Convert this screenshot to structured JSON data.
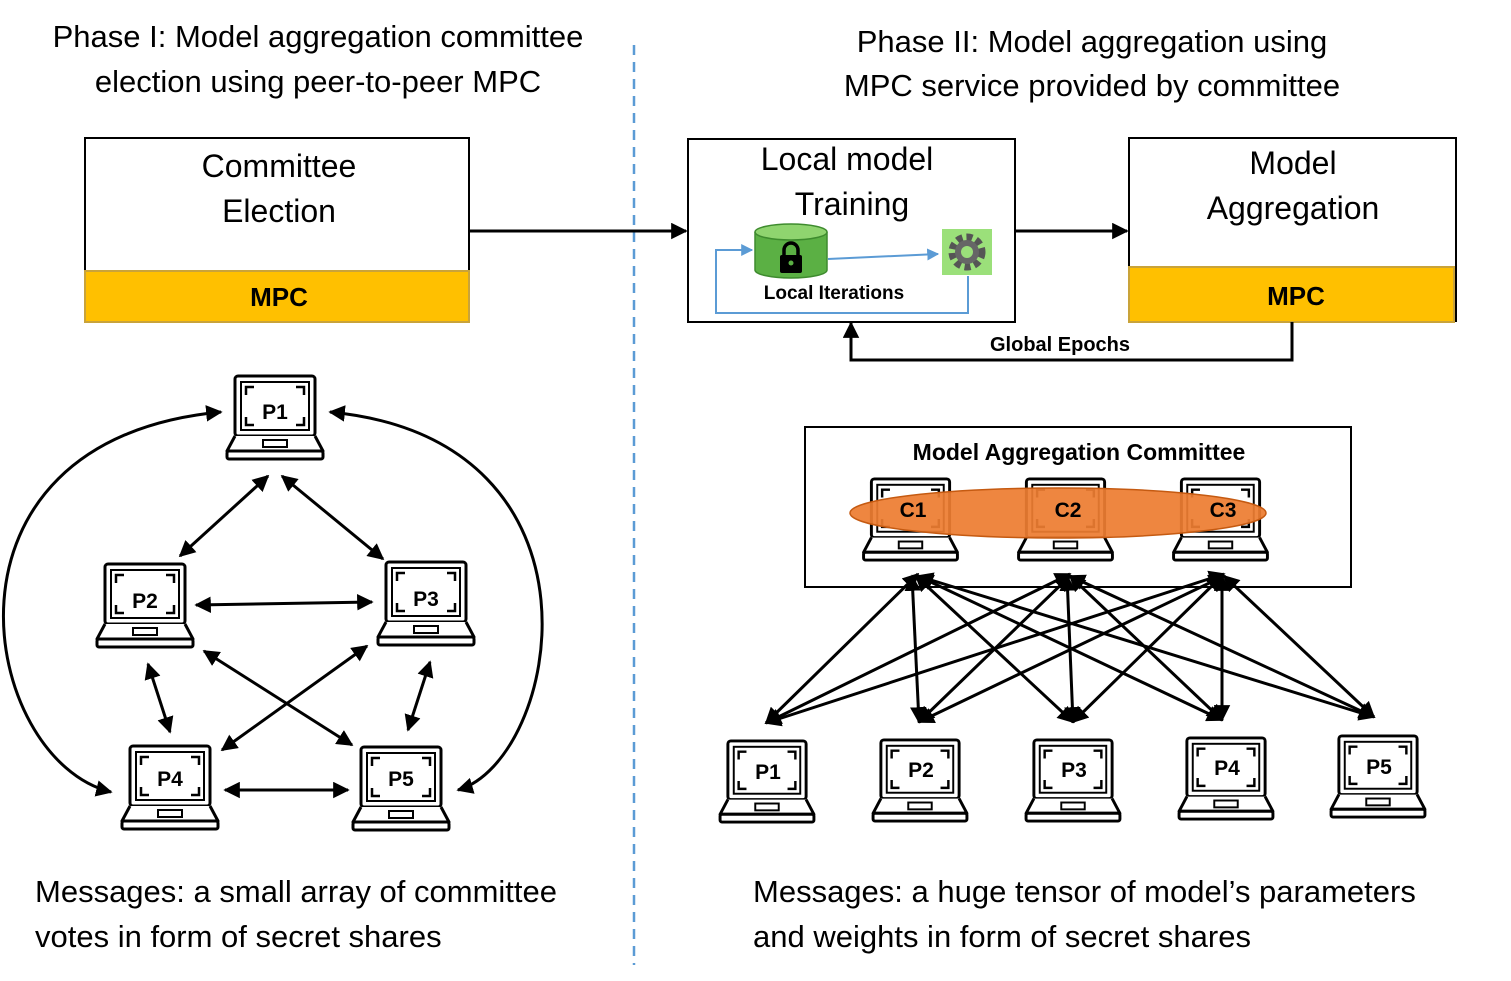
{
  "phase1": {
    "title_line1": "Phase I: Model aggregation committee",
    "title_line2": "election using peer-to-peer MPC",
    "box_title_line1": "Committee",
    "box_title_line2": "Election",
    "mpc_label": "MPC",
    "nodes": [
      "P1",
      "P2",
      "P3",
      "P4",
      "P5"
    ],
    "messages_line1": "Messages: a small array of committee",
    "messages_line2": "votes in form of secret shares"
  },
  "phase2": {
    "title_line1": "Phase II: Model aggregation using",
    "title_line2": "MPC service provided by committee",
    "training_title_line1": "Local model",
    "training_title_line2": "Training",
    "local_iterations": "Local Iterations",
    "aggregation_title_line1": "Model",
    "aggregation_title_line2": "Aggregation",
    "mpc_label": "MPC",
    "global_epochs": "Global Epochs",
    "committee_title": "Model Aggregation Committee",
    "committee_members": [
      "C1",
      "C2",
      "C3"
    ],
    "participants": [
      "P1",
      "P2",
      "P3",
      "P4",
      "P5"
    ],
    "messages_line1": "Messages: a huge tensor of model’s parameters",
    "messages_line2": "and weights in form of secret shares"
  },
  "colors": {
    "mpc_fill": "#FFC000",
    "mpc_border": "#C9A33A",
    "ellipse_fill": "#ED7D31",
    "divider": "#5B9BD5",
    "loop_arrow": "#5B9BD5",
    "database_green": "#5BB044",
    "gear_bg": "#9BE07A"
  }
}
